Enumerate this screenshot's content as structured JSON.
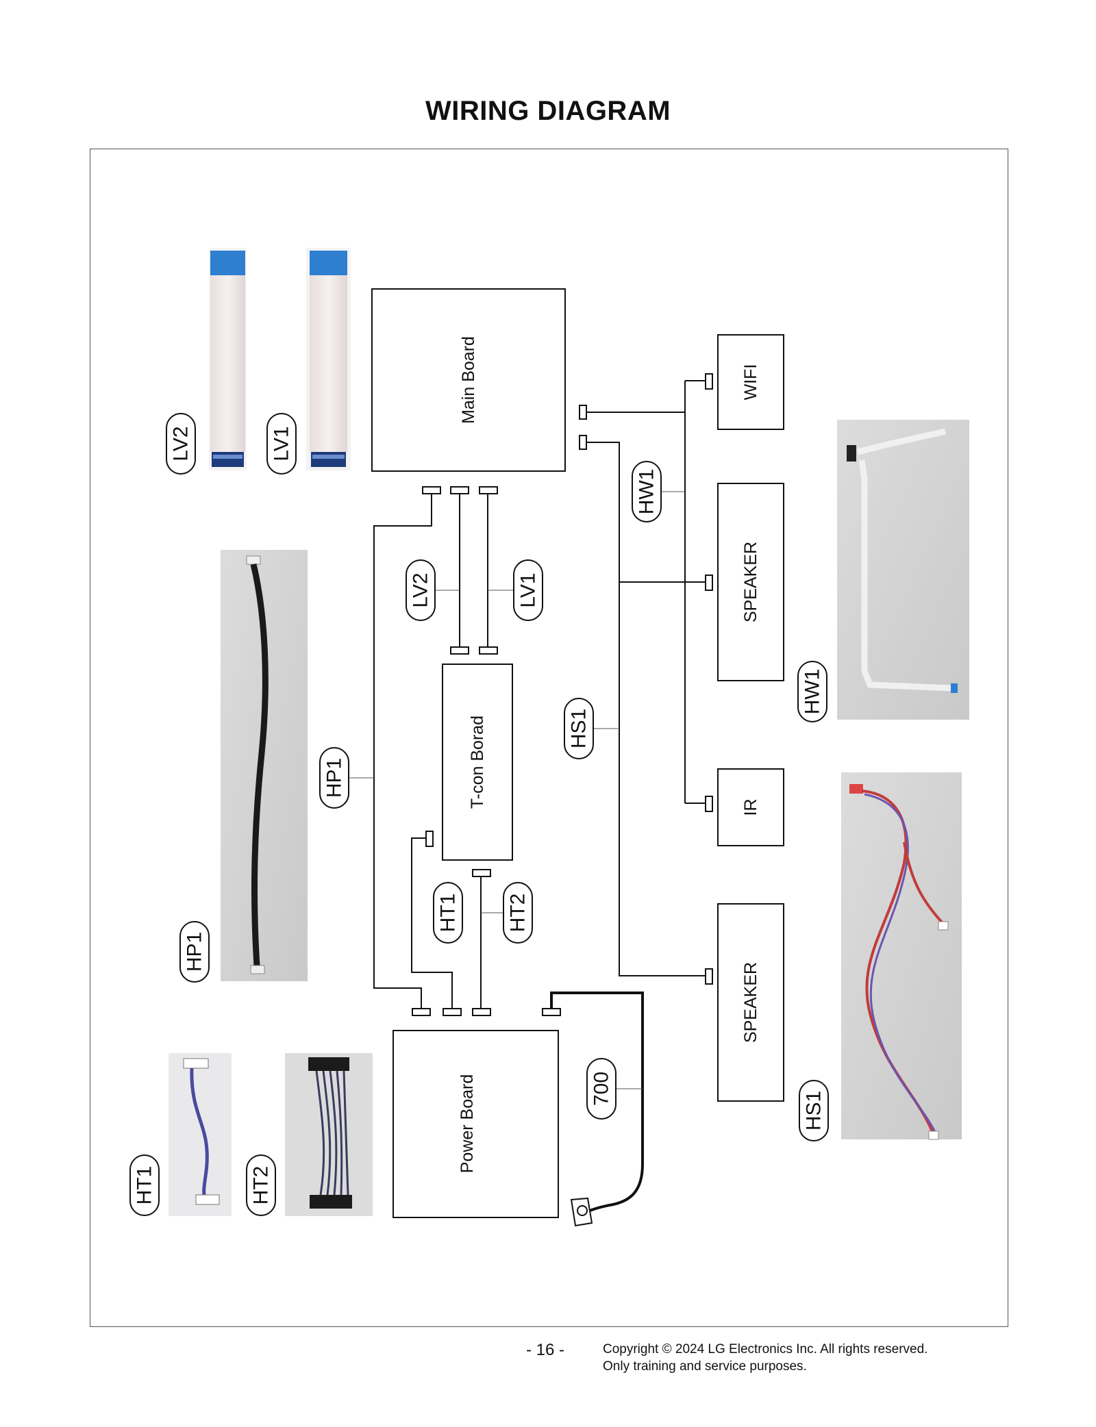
{
  "title": "WIRING DIAGRAM",
  "boards": {
    "main": "Main Board",
    "tcon": "T-con Borad",
    "power": "Power Board",
    "wifi": "WIFI",
    "speaker_top": "SPEAKER",
    "ir": "IR",
    "speaker_bottom": "SPEAKER"
  },
  "cable_tags": {
    "lv2": "LV2",
    "lv1": "LV1",
    "hp1": "HP1",
    "ht1": "HT1",
    "ht2": "HT2",
    "hs1": "HS1",
    "hw1": "HW1",
    "c700": "700"
  },
  "photo_tags": {
    "lv2": "LV2",
    "lv1": "LV1",
    "hp1": "HP1",
    "ht1": "HT1",
    "ht2": "HT2",
    "hw1": "HW1",
    "hs1": "HS1"
  },
  "footer": {
    "page": "- 16 -",
    "copyright": "Copyright © 2024 LG Electronics Inc. All rights reserved.",
    "purpose": "Only training and service purposes."
  }
}
